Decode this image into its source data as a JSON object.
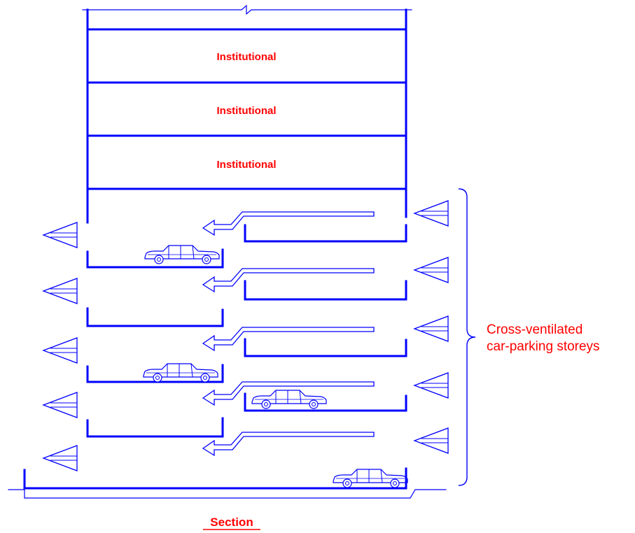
{
  "floors": [
    "Institutional",
    "Institutional",
    "Institutional"
  ],
  "side_label": [
    "Cross-ventilated",
    "car-parking storeys"
  ],
  "section_label": "Section",
  "colors": {
    "structure": "#0000ff",
    "text": "#ff0000",
    "background": "#ffffff"
  },
  "icons": [
    "car-icon",
    "airflow-arrow-icon",
    "exhaust-arrow-icon",
    "intake-arrow-icon",
    "brace-icon"
  ]
}
